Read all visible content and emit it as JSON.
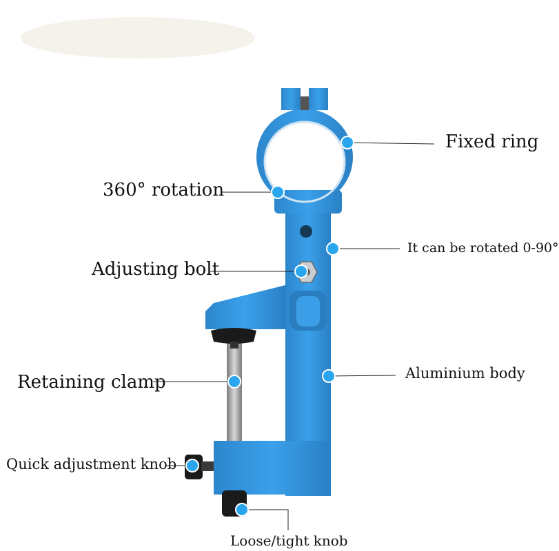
{
  "colors": {
    "body": "#2f8fd6",
    "body_dark": "#1f6fae",
    "marker": "#29a6ee",
    "knob": "#1a1a1a",
    "screw": "#9a9a9a"
  },
  "labels": {
    "fixed_ring": "Fixed ring",
    "rotation": "360° rotation",
    "tilt": "It can be rotated 0-90°",
    "adjusting_bolt": "Adjusting bolt",
    "retaining_clamp": "Retaining clamp",
    "aluminium_body": "Aluminium body",
    "quick_adjustment_knob": "Quick adjustment knob",
    "loose_tight_knob": "Loose/tight knob"
  }
}
